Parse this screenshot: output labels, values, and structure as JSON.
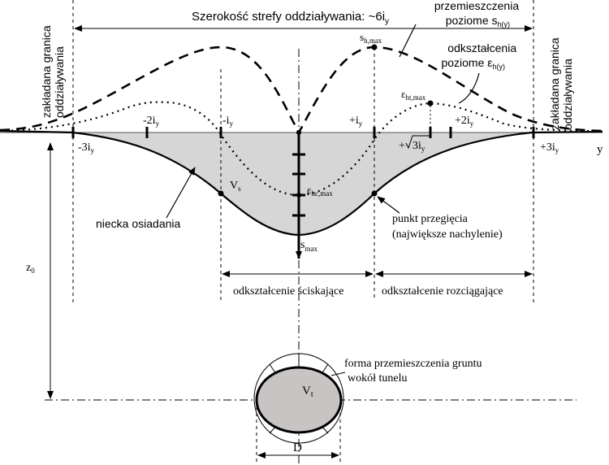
{
  "top": {
    "zone_width": "Szerokość strefy oddziaływania: ~6i",
    "zone_width_sub": "y"
  },
  "side_labels": {
    "left_line1": "zakładana granica",
    "left_line2": "oddziaływania",
    "right_line1": "zakładana granica",
    "right_line2": "oddziaływania"
  },
  "horizontal_displacement": {
    "line1": "przemieszczenia",
    "line2": "poziome s",
    "line2_sub": "h(y)",
    "max_label": "s",
    "max_label_sub": "h,max"
  },
  "horizontal_strain": {
    "line1": "odkształcenia",
    "line2": "poziome ε",
    "line2_sub": "h(y)",
    "tension_max": "ε",
    "tension_max_sub": "ht,max",
    "compression_max": "ε",
    "compression_max_sub": "hc,max"
  },
  "axis": {
    "y_label": "y",
    "z0": "z",
    "z0_sub": "0"
  },
  "ticks": {
    "minus3": "-3i",
    "minus2": "-2i",
    "minus1": "-i",
    "plus1": "+i",
    "plus_sqrt3_prefix": "+",
    "plus_sqrt3_radicand": "3i",
    "plus2": "+2i",
    "plus3": "+3i",
    "sub": "y"
  },
  "trough": {
    "volume": "V",
    "volume_sub": "s",
    "name": "niecka osiadania",
    "smax": "s",
    "smax_sub": "max"
  },
  "inflection": {
    "line1": "punkt przegięcia",
    "line2": "(największe nachylenie)"
  },
  "zones": {
    "compression": "odkształcenie ściskające",
    "tension": "odkształcenie rozciągające"
  },
  "tunnel": {
    "form_line1": "forma przemieszczenia gruntu",
    "form_line2": "wokół tunelu",
    "volume": "V",
    "volume_sub": "t",
    "diameter": "D"
  },
  "colors": {
    "trough_fill": "#d6d6d6",
    "tunnel_fill": "#c8c4c4",
    "line": "#000000"
  }
}
